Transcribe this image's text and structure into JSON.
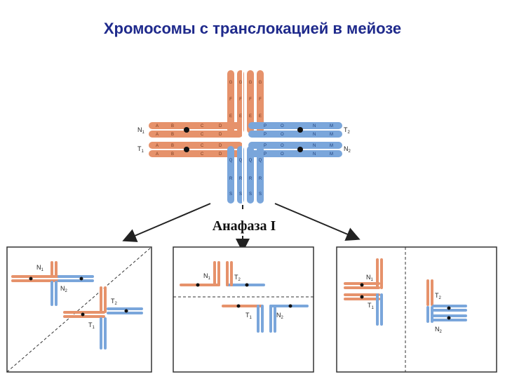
{
  "title": "Хромосомы с транслокацией в мейозе",
  "stage_label": "Анафаза I",
  "chromosome_labels": {
    "n1": "N",
    "n1_sub": "1",
    "t1": "T",
    "t1_sub": "1",
    "t2": "T",
    "t2_sub": "2",
    "n2": "N",
    "n2_sub": "2"
  },
  "segments": {
    "top": [
      "G",
      "F",
      "E"
    ],
    "left": [
      "A",
      "B",
      "C",
      "D"
    ],
    "right": [
      "P",
      "O",
      "N",
      "M"
    ],
    "bottom": [
      "Q",
      "R",
      "S"
    ]
  },
  "colors": {
    "orange": "#e6926b",
    "blue": "#7aa6db",
    "dark": "#222222",
    "title": "#1f2a8c"
  }
}
